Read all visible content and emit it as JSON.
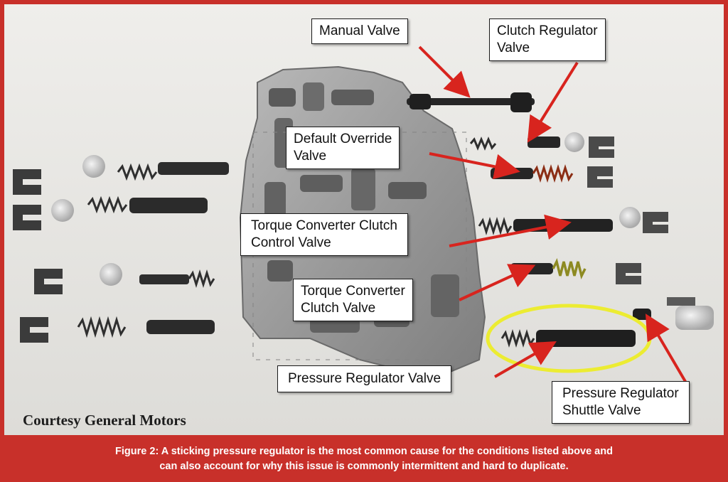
{
  "labels": {
    "manual_valve": "Manual Valve",
    "clutch_regulator_valve": [
      "Clutch Regulator",
      "Valve"
    ],
    "default_override_valve": [
      "Default Override",
      "Valve"
    ],
    "tcc_control_valve": [
      "Torque Converter Clutch",
      "Control Valve"
    ],
    "tcc_valve": [
      "Torque Converter",
      "Clutch Valve"
    ],
    "pressure_regulator_valve": "Pressure Regulator Valve",
    "pressure_regulator_shuttle_valve": [
      "Pressure Regulator",
      "Shuttle Valve"
    ]
  },
  "credit": "Courtesy General Motors",
  "caption": {
    "line1": "Figure 2: A sticking pressure regulator is the most common cause for the conditions listed above and",
    "line2": "can also account for why this issue is commonly intermittent and hard to duplicate."
  },
  "colors": {
    "frame": "#c8302a",
    "arrow": "#d8241e",
    "highlight_ring": "#ecec32",
    "background": "#e9e8e4"
  }
}
